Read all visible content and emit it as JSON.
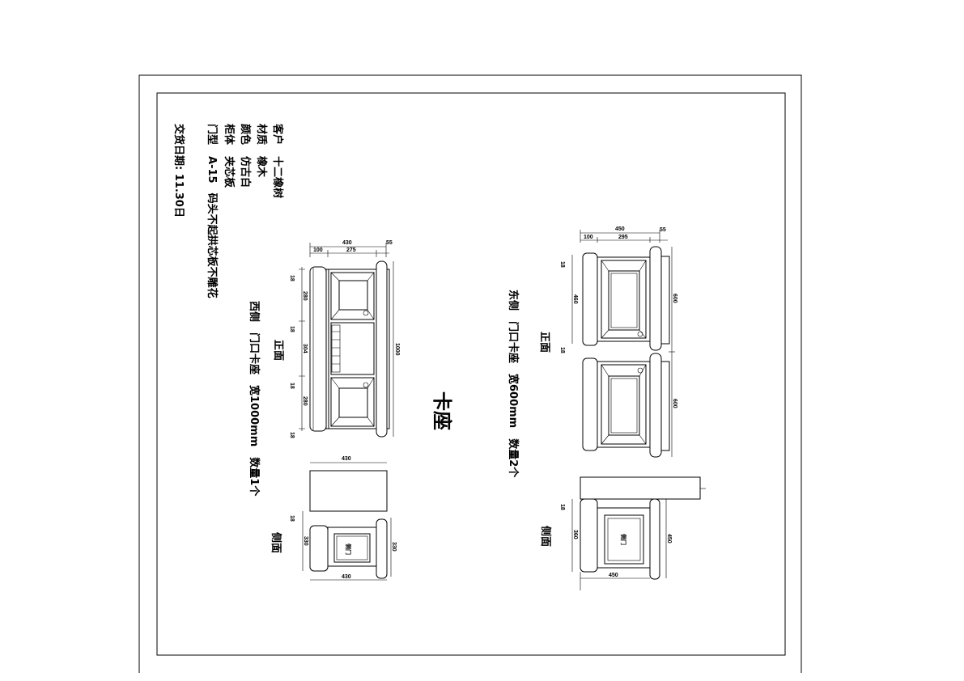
{
  "info": {
    "client_label": "客户",
    "client": "十二橡树",
    "material_label": "材质",
    "material": "橡木",
    "color_label": "颜色",
    "color": "仿古白",
    "cabinet_label": "柜体",
    "cabinet": "夹芯板",
    "door_label": "门型",
    "door": "A-15",
    "door_note": "码头不起拱芯板不雕花",
    "delivery": "交货日期: 11.30日"
  },
  "title": "卡座",
  "west": {
    "caption": "西侧　门口卡座　宽1000mm　数量1个",
    "front_label": "正面",
    "side_label": "侧面",
    "door_text": "侧门",
    "dims": {
      "total_depth": "430",
      "plinth": "100",
      "body": "275",
      "overhang": "55",
      "length": "1000",
      "seg1": "280",
      "seg2": "304",
      "seg3": "280",
      "gap": "18",
      "side_width": "430",
      "side_height_left": "330",
      "side_height_right": "330",
      "side_bottom": "430"
    }
  },
  "east": {
    "caption": "东侧　门口卡座　宽600mm　数量2个",
    "front_label": "正面",
    "side_label": "侧面",
    "door_text": "侧门",
    "dims": {
      "total_depth": "450",
      "plinth": "100",
      "body": "295",
      "overhang": "55",
      "unit_len": "600",
      "seg": "460",
      "gap": "18",
      "side_height_left": "360",
      "side_height_right": "450",
      "side_bottom": "450"
    }
  }
}
